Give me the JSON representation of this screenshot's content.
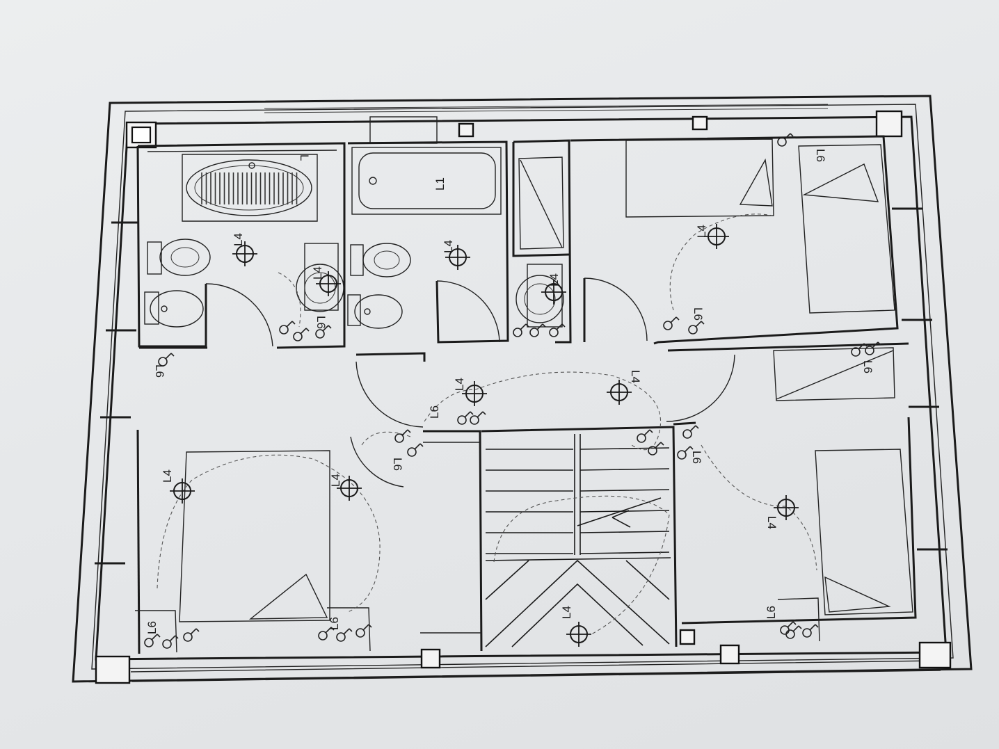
{
  "plan": {
    "title": "",
    "symbols": {
      "ceiling_light": "L4",
      "bath_light": "L1",
      "switch": "L6"
    }
  },
  "labels": [
    {
      "id": "bath-light-label",
      "text": "L1"
    },
    {
      "id": "wc1-light-label",
      "text": "L4"
    },
    {
      "id": "wc1-sink-light-label",
      "text": "L4"
    },
    {
      "id": "wc1-switch-label",
      "text": "L6"
    },
    {
      "id": "wc1-top-label",
      "text": "L"
    },
    {
      "id": "wc2-light-label",
      "text": "L4"
    },
    {
      "id": "wc2-sink-light-label",
      "text": "L4"
    },
    {
      "id": "bed1-light-label",
      "text": "L4"
    },
    {
      "id": "bed1-switch-label",
      "text": "L6"
    },
    {
      "id": "bed1-top-switch-label",
      "text": "L6"
    },
    {
      "id": "hall-switch-left-label",
      "text": "L6"
    },
    {
      "id": "hall-light-1-label",
      "text": "L4"
    },
    {
      "id": "hall-light-2-label",
      "text": "L4"
    },
    {
      "id": "hall-switch-label",
      "text": "L6"
    },
    {
      "id": "bed2-switch-label",
      "text": "L6"
    },
    {
      "id": "bed2-light-1-label",
      "text": "L4"
    },
    {
      "id": "bed2-light-2-label",
      "text": "L4"
    },
    {
      "id": "bed2-bed-switch-1-label",
      "text": "L6"
    },
    {
      "id": "bed2-bed-switch-2-label",
      "text": "L6"
    },
    {
      "id": "stair-light-label",
      "text": "L4"
    },
    {
      "id": "bed3-switch-label",
      "text": "L6"
    },
    {
      "id": "bed3-light-label",
      "text": "L4"
    },
    {
      "id": "bed3-bed-switch-label",
      "text": "L6"
    },
    {
      "id": "bed4-switch-label",
      "text": "L6"
    }
  ]
}
